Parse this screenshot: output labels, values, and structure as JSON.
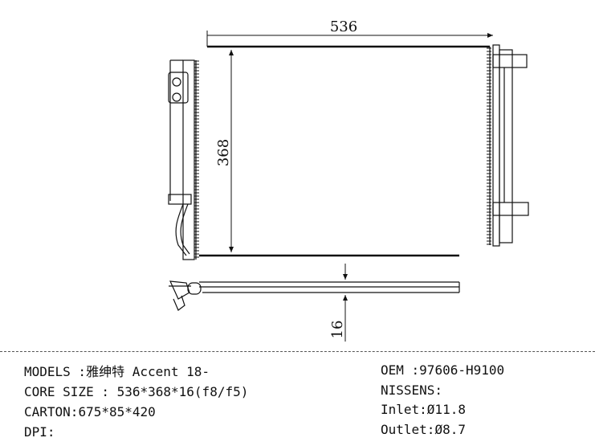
{
  "dimensions": {
    "width": "536",
    "height": "368",
    "thickness": "16"
  },
  "specs": {
    "left": [
      {
        "label": "MODELS :",
        "value": "雅绅特 Accent 18-"
      },
      {
        "label": "CORE SIZE : ",
        "value": "536*368*16(f8/f5)"
      },
      {
        "label": "CARTON:",
        "value": "675*85*420"
      },
      {
        "label": "DPI:",
        "value": ""
      }
    ],
    "right": [
      {
        "label": "OEM :",
        "value": "97606-H9100"
      },
      {
        "label": "NISSENS:",
        "value": ""
      },
      {
        "label": "Inlet:",
        "value": "Ø11.8"
      },
      {
        "label": "Outlet:",
        "value": "Ø8.7"
      }
    ]
  },
  "colors": {
    "ink": "#111111",
    "separator": "#555555"
  }
}
